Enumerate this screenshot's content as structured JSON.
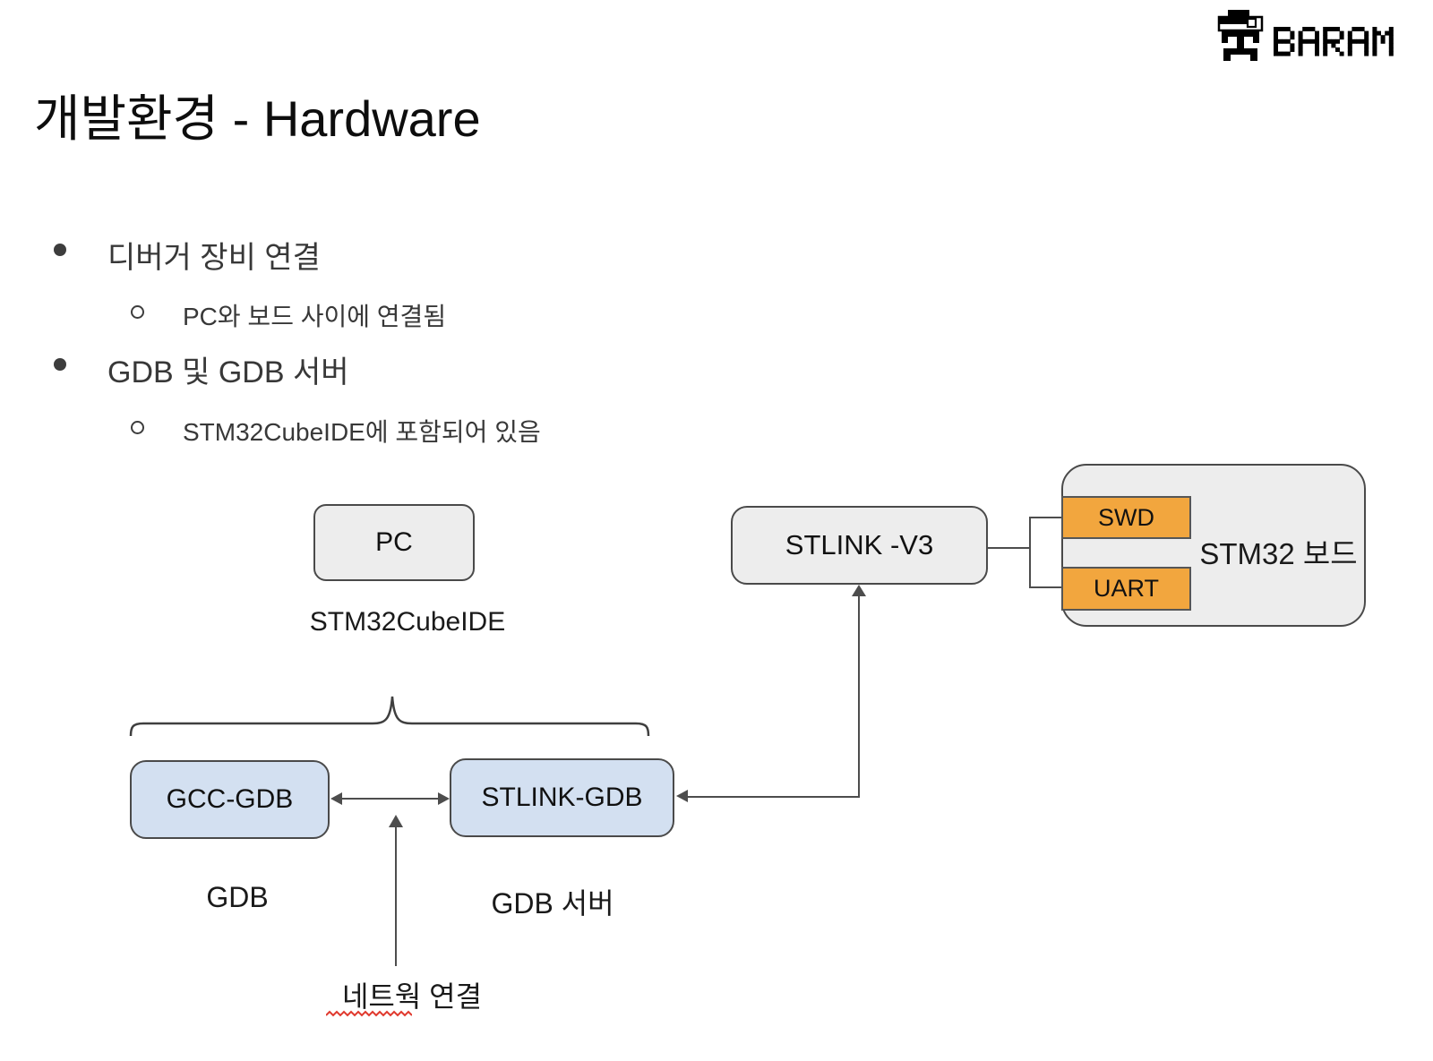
{
  "logo": {
    "brand": "BARAM",
    "icon": "pixel-robot-icon"
  },
  "title": "개발환경 - Hardware",
  "bullets": [
    {
      "text": "디버거 장비 연결",
      "sub": [
        "PC와 보드 사이에 연결됨"
      ]
    },
    {
      "text": "GDB 및 GDB 서버",
      "sub": [
        "STM32CubeIDE에 포함되어 있음"
      ]
    }
  ],
  "diagram": {
    "pc": {
      "label": "PC",
      "caption": "STM32CubeIDE"
    },
    "stlink_v3": {
      "label": "STLINK -V3"
    },
    "board": {
      "label": "STM32 보드",
      "ports": [
        "SWD",
        "UART"
      ]
    },
    "gcc_gdb": {
      "label": "GCC-GDB",
      "caption": "GDB"
    },
    "stlink_gdb": {
      "label": "STLINK-GDB",
      "caption": "GDB 서버"
    },
    "network": {
      "label": "네트웍 연결"
    }
  },
  "colors": {
    "node_gray": "#ededed",
    "node_blue": "#d3e0f1",
    "port_orange": "#f2a63e",
    "line": "#4d4d4d",
    "spellcheck_red": "#e0392e"
  }
}
